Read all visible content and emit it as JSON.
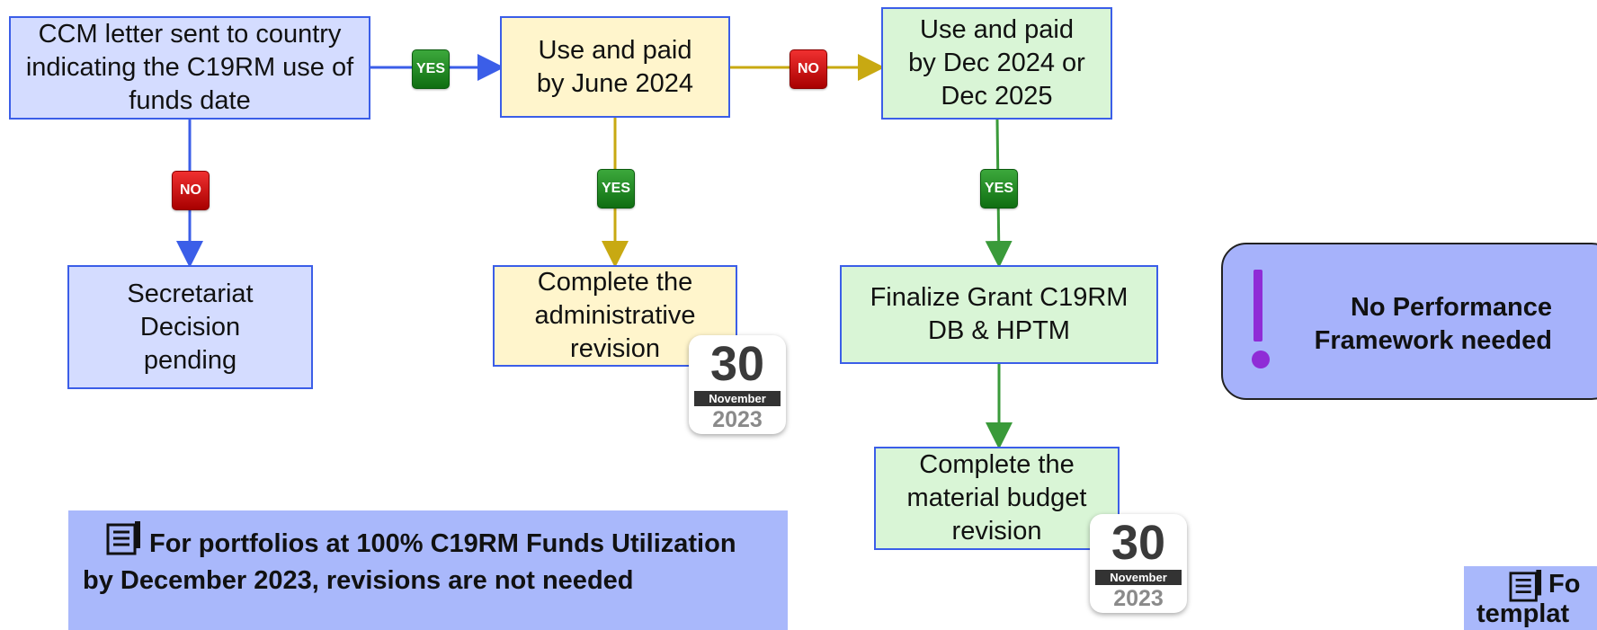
{
  "boxes": {
    "ccm": "CCM letter sent to country indicating the C19RM use of funds date",
    "use_june": "Use and paid by June 2024",
    "use_dec": "Use and paid by Dec 2024 or Dec 2025",
    "secretariat": "Secretariat Decision pending",
    "admin_revision": "Complete the administrative revision",
    "finalize": "Finalize Grant C19RM DB & HPTM",
    "material_revision": "Complete the material budget revision"
  },
  "decisions": {
    "yes": "YES",
    "no": "NO"
  },
  "calendar": {
    "day": "30",
    "month": "November",
    "year": "2023"
  },
  "callout": {
    "text": "No Performance Framework needed",
    "mark": "!"
  },
  "note_main": "For portfolios at 100% C19RM Funds Utilization by December 2023, revisions are not needed",
  "note_partial": "Fo templat",
  "colors": {
    "blue_arrow": "#3b5ee8",
    "yellow_arrow": "#c8a912",
    "green_arrow": "#3a9a3a",
    "box_border": "#3b5ee8"
  }
}
